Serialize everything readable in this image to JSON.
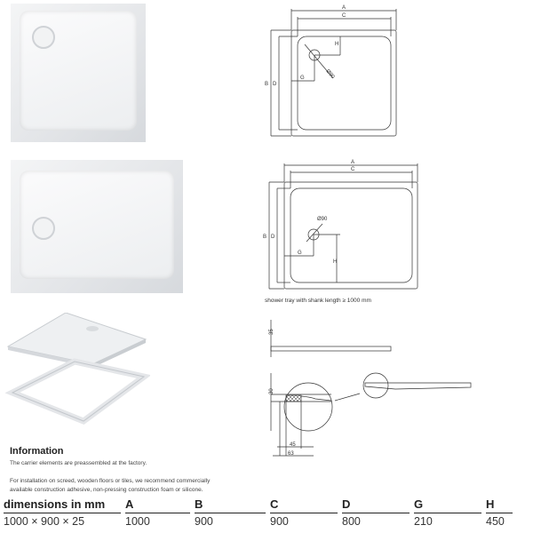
{
  "drawings": {
    "labels": {
      "a": "A",
      "b": "B",
      "c": "C",
      "d": "D",
      "g": "G",
      "h": "H",
      "diameter": "Ø90"
    },
    "caption": "shower tray with shank length ≥ 1000 mm",
    "side_height": "35",
    "detail_height": "30",
    "detail_inner": "45",
    "detail_outer": "63"
  },
  "info": {
    "title": "Information",
    "line1": "The carrier elements are preassembled at the factory.",
    "line2": "For installation on screed, wooden floors or tiles, we recommend commercially",
    "line3": "available construction adhesive, non-pressing construction foam or silicone."
  },
  "table": {
    "headers": [
      "dimensions in mm",
      "A",
      "B",
      "C",
      "D",
      "G",
      "H"
    ],
    "values": [
      "1000 × 900 × 25",
      "1000",
      "900",
      "900",
      "800",
      "210",
      "450"
    ]
  }
}
